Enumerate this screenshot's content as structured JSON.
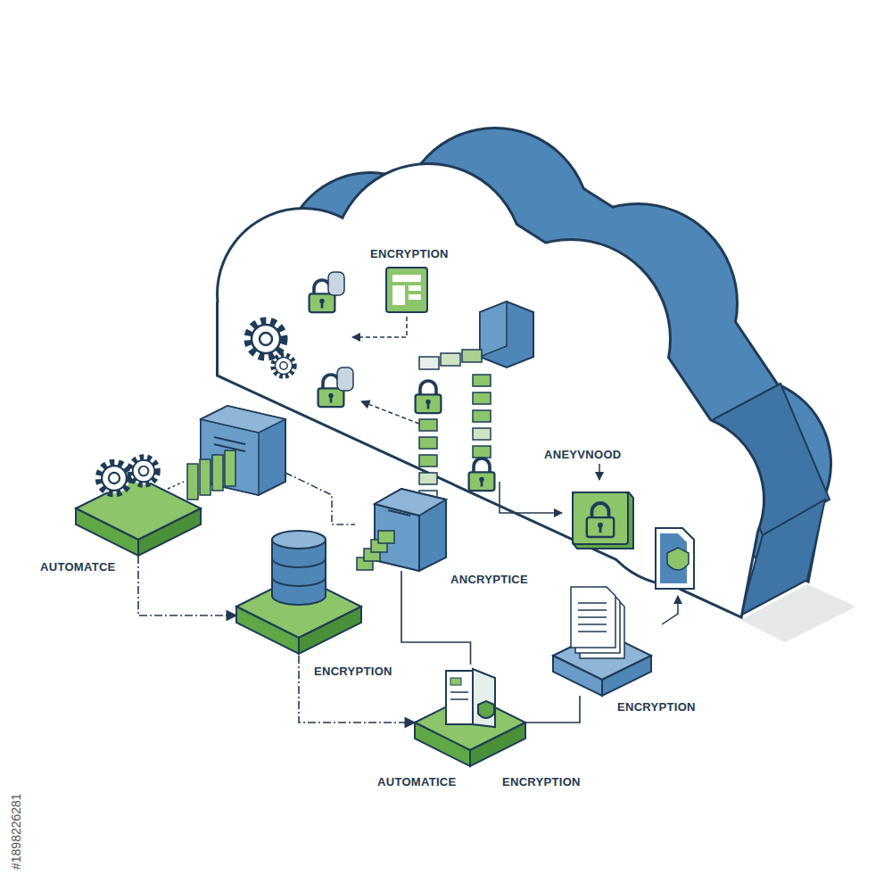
{
  "diagram": {
    "nodes": [
      {
        "text": [
          "ENCRYPTION"
        ]
      },
      {
        "text": [
          "AUTOMATCE"
        ]
      },
      {
        "text": [
          "ENCRYPTION"
        ]
      },
      {
        "text": [
          "ANCRYPTICE"
        ]
      },
      {
        "text": [
          "AUTOMATICE",
          "ENCRYPTION"
        ]
      },
      {
        "text": [
          "ENCRYPTION"
        ]
      },
      {
        "text": [
          "ANEYVNOOD"
        ],
        "in": 0
      }
    ],
    "edges": [
      {
        "from": 1,
        "to": 2,
        "arrow": "to"
      },
      {
        "from": 2,
        "to": 4,
        "arrow": "to"
      },
      {
        "from": 3,
        "to": 4,
        "arrow": "none"
      },
      {
        "from": 4,
        "to": 5,
        "arrow": "none"
      }
    ],
    "labels": [
      "#1898226281"
    ]
  }
}
